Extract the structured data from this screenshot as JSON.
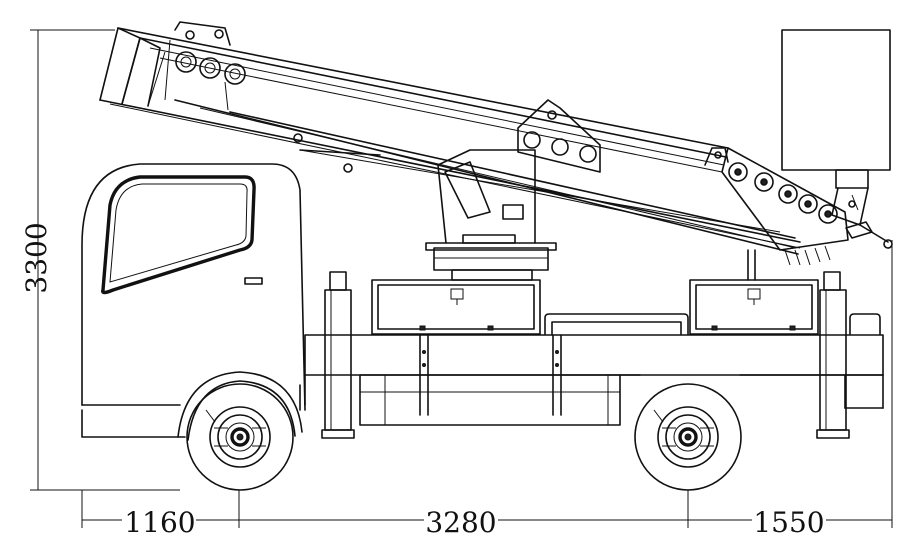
{
  "dimensions": {
    "overall_height": "3300",
    "front_overhang": "1160",
    "wheelbase": "3280",
    "rear_overhang": "1550"
  }
}
